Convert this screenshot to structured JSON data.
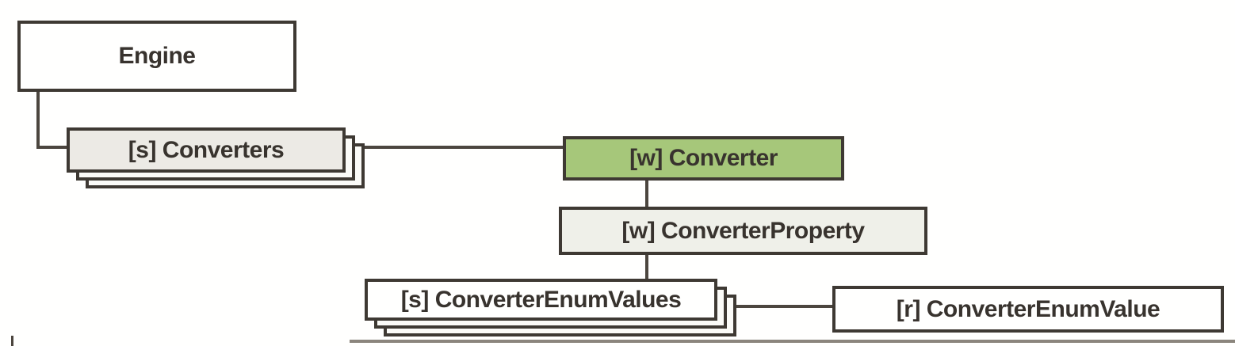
{
  "nodes": {
    "engine": {
      "label": "Engine"
    },
    "converters": {
      "label": "[s] Converters"
    },
    "converter": {
      "label": "[w] Converter"
    },
    "converter_property": {
      "label": "[w] ConverterProperty"
    },
    "converter_enum_values": {
      "label": "[s] ConverterEnumValues"
    },
    "converter_enum_value": {
      "label": "[r] ConverterEnumValue"
    }
  },
  "colors": {
    "accent_green": "#a6c77a",
    "box_border": "#3e3933",
    "connector": "#4c463f",
    "baseline_gray": "#8b857d",
    "fill_white": "#fffffe",
    "fill_gray": "#eceae5",
    "fill_light": "#eff0e9",
    "text": "#38332e"
  }
}
